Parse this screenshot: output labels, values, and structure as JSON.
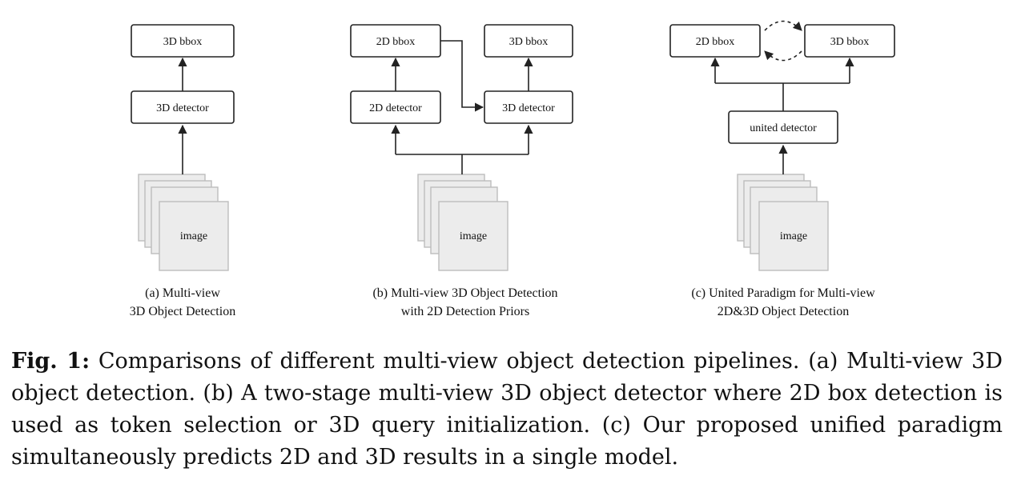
{
  "panels": {
    "a": {
      "top_box": "3D bbox",
      "mid_box": "3D detector",
      "image_label": "image",
      "caption_line1": "(a) Multi-view",
      "caption_line2": "3D Object Detection"
    },
    "b": {
      "top_left_box": "2D bbox",
      "top_right_box": "3D bbox",
      "mid_left_box": "2D detector",
      "mid_right_box": "3D detector",
      "image_label": "image",
      "caption_line1": "(b) Multi-view 3D Object Detection",
      "caption_line2": "with 2D Detection Priors"
    },
    "c": {
      "top_left_box": "2D bbox",
      "top_right_box": "3D bbox",
      "mid_box": "united detector",
      "image_label": "image",
      "caption_line1": "(c) United Paradigm for Multi-view",
      "caption_line2": "2D&3D Object Detection"
    }
  },
  "caption": {
    "label": "Fig. 1:",
    "text": "Comparisons of different multi-view object detection pipelines. (a) Multi-view 3D object detection. (b) A two-stage multi-view 3D object detector where 2D box detection is used as token selection or 3D query initialization. (c) Our proposed unified paradigm simultaneously predicts 2D and 3D results in a single model."
  }
}
